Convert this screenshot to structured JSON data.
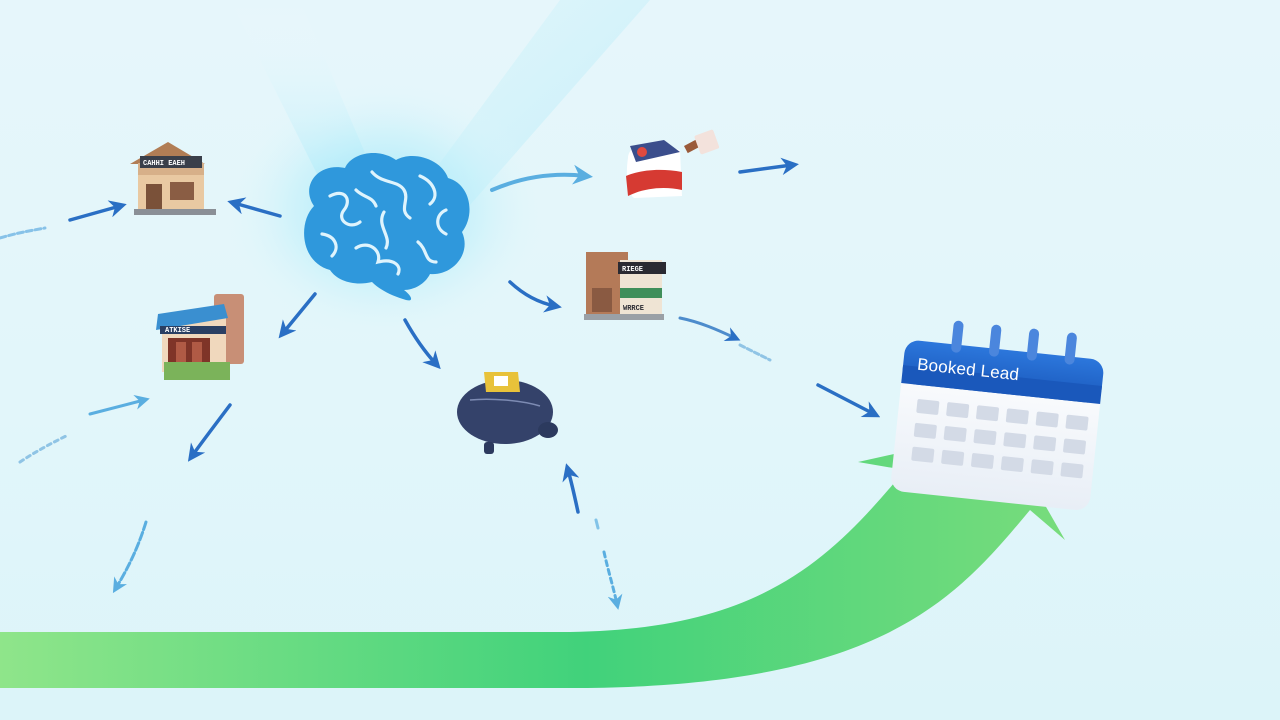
{
  "calendar": {
    "label": "Booked Lead"
  },
  "storefronts": [
    {
      "sign": "CAHHI EAEH"
    },
    {
      "sign": "ATKISE"
    },
    {
      "sign": "RIEGE"
    },
    {
      "sign": "WRRCE"
    }
  ],
  "colors": {
    "background": "#e2f6fa",
    "arrow_blue": "#2a72c6",
    "brain_blue": "#2f98dc",
    "growth_green": "#3fcf79",
    "calendar_header": "#1f63c9"
  },
  "icons": [
    "brain-icon",
    "storefront-icon",
    "hardware-store-icon",
    "shop-building-icon",
    "piggy-bank-icon",
    "calendar-icon",
    "growth-arrow-icon"
  ]
}
